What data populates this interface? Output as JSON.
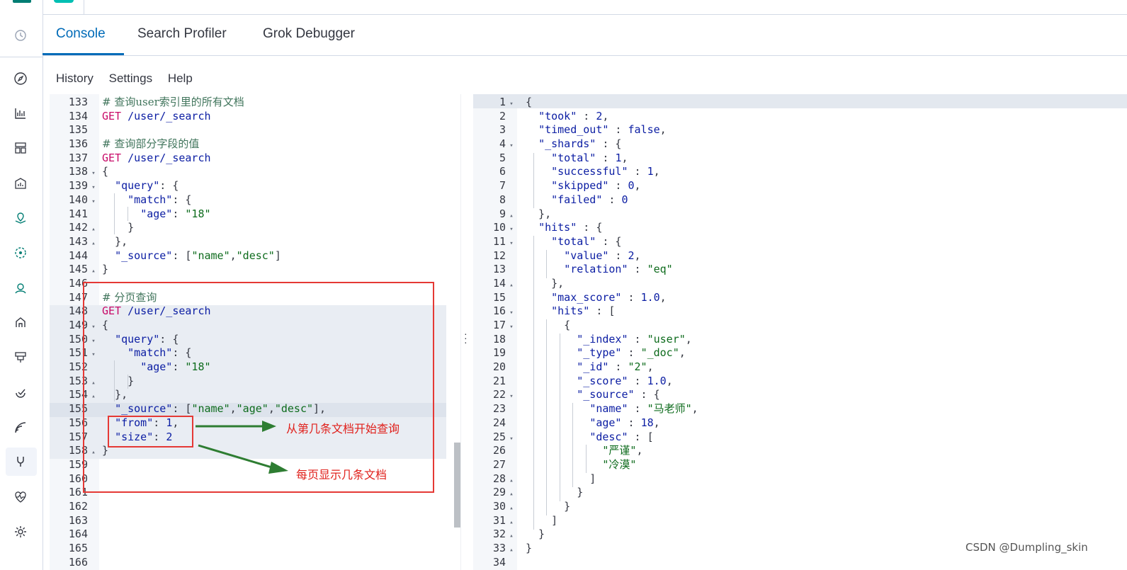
{
  "tabs": [
    {
      "label": "Console",
      "active": true
    },
    {
      "label": "Search Profiler",
      "active": false
    },
    {
      "label": "Grok Debugger",
      "active": false
    }
  ],
  "menu": [
    "History",
    "Settings",
    "Help"
  ],
  "nav_icons": [
    "clock-icon",
    "compass-icon",
    "visualize-icon",
    "dashboard-icon",
    "canvas-icon",
    "maps-icon",
    "ml-icon",
    "graph-icon",
    "apm-icon",
    "uptime-icon",
    "siem-icon",
    "observability-icon",
    "dev-tools-icon",
    "stack-monitoring-icon",
    "management-icon"
  ],
  "editor": {
    "lines": [
      {
        "n": "133",
        "f": "",
        "t": "# 查询user索引里的所有文档"
      },
      {
        "n": "134",
        "f": "",
        "t": "GET /user/_search"
      },
      {
        "n": "135",
        "f": "",
        "t": ""
      },
      {
        "n": "136",
        "f": "",
        "t": "# 查询部分字段的值"
      },
      {
        "n": "137",
        "f": "",
        "t": "GET /user/_search"
      },
      {
        "n": "138",
        "f": "▾",
        "t": "{"
      },
      {
        "n": "139",
        "f": "▾",
        "t": "  \"query\": {"
      },
      {
        "n": "140",
        "f": "▾",
        "t": "    \"match\": {"
      },
      {
        "n": "141",
        "f": "",
        "t": "      \"age\": \"18\""
      },
      {
        "n": "142",
        "f": "▴",
        "t": "    }"
      },
      {
        "n": "143",
        "f": "▴",
        "t": "  },"
      },
      {
        "n": "144",
        "f": "",
        "t": "  \"_source\": [\"name\",\"desc\"]"
      },
      {
        "n": "145",
        "f": "▴",
        "t": "}"
      },
      {
        "n": "146",
        "f": "",
        "t": ""
      },
      {
        "n": "147",
        "f": "",
        "t": "# 分页查询"
      },
      {
        "n": "148",
        "f": "",
        "t": "GET /user/_search"
      },
      {
        "n": "149",
        "f": "▾",
        "t": "{"
      },
      {
        "n": "150",
        "f": "▾",
        "t": "  \"query\": {"
      },
      {
        "n": "151",
        "f": "▾",
        "t": "    \"match\": {"
      },
      {
        "n": "152",
        "f": "",
        "t": "      \"age\": \"18\""
      },
      {
        "n": "153",
        "f": "▴",
        "t": "    }"
      },
      {
        "n": "154",
        "f": "▴",
        "t": "  },"
      },
      {
        "n": "155",
        "f": "",
        "t": "  \"_source\": [\"name\",\"age\",\"desc\"],"
      },
      {
        "n": "156",
        "f": "",
        "t": "  \"from\": 1,"
      },
      {
        "n": "157",
        "f": "",
        "t": "  \"size\": 2"
      },
      {
        "n": "158",
        "f": "▴",
        "t": "}"
      },
      {
        "n": "159",
        "f": "",
        "t": ""
      },
      {
        "n": "160",
        "f": "",
        "t": ""
      },
      {
        "n": "161",
        "f": "",
        "t": ""
      },
      {
        "n": "162",
        "f": "",
        "t": ""
      },
      {
        "n": "163",
        "f": "",
        "t": ""
      },
      {
        "n": "164",
        "f": "",
        "t": ""
      },
      {
        "n": "165",
        "f": "",
        "t": ""
      },
      {
        "n": "166",
        "f": "",
        "t": ""
      }
    ]
  },
  "output": {
    "lines": [
      {
        "n": "1",
        "f": "▾",
        "t": "{"
      },
      {
        "n": "2",
        "f": "",
        "t": "  \"took\" : 2,"
      },
      {
        "n": "3",
        "f": "",
        "t": "  \"timed_out\" : false,"
      },
      {
        "n": "4",
        "f": "▾",
        "t": "  \"_shards\" : {"
      },
      {
        "n": "5",
        "f": "",
        "t": "    \"total\" : 1,"
      },
      {
        "n": "6",
        "f": "",
        "t": "    \"successful\" : 1,"
      },
      {
        "n": "7",
        "f": "",
        "t": "    \"skipped\" : 0,"
      },
      {
        "n": "8",
        "f": "",
        "t": "    \"failed\" : 0"
      },
      {
        "n": "9",
        "f": "▴",
        "t": "  },"
      },
      {
        "n": "10",
        "f": "▾",
        "t": "  \"hits\" : {"
      },
      {
        "n": "11",
        "f": "▾",
        "t": "    \"total\" : {"
      },
      {
        "n": "12",
        "f": "",
        "t": "      \"value\" : 2,"
      },
      {
        "n": "13",
        "f": "",
        "t": "      \"relation\" : \"eq\""
      },
      {
        "n": "14",
        "f": "▴",
        "t": "    },"
      },
      {
        "n": "15",
        "f": "",
        "t": "    \"max_score\" : 1.0,"
      },
      {
        "n": "16",
        "f": "▾",
        "t": "    \"hits\" : ["
      },
      {
        "n": "17",
        "f": "▾",
        "t": "      {"
      },
      {
        "n": "18",
        "f": "",
        "t": "        \"_index\" : \"user\","
      },
      {
        "n": "19",
        "f": "",
        "t": "        \"_type\" : \"_doc\","
      },
      {
        "n": "20",
        "f": "",
        "t": "        \"_id\" : \"2\","
      },
      {
        "n": "21",
        "f": "",
        "t": "        \"_score\" : 1.0,"
      },
      {
        "n": "22",
        "f": "▾",
        "t": "        \"_source\" : {"
      },
      {
        "n": "23",
        "f": "",
        "t": "          \"name\" : \"马老师\","
      },
      {
        "n": "24",
        "f": "",
        "t": "          \"age\" : 18,"
      },
      {
        "n": "25",
        "f": "▾",
        "t": "          \"desc\" : ["
      },
      {
        "n": "26",
        "f": "",
        "t": "            \"严谨\","
      },
      {
        "n": "27",
        "f": "",
        "t": "            \"冷漠\""
      },
      {
        "n": "28",
        "f": "▴",
        "t": "          ]"
      },
      {
        "n": "29",
        "f": "▴",
        "t": "        }"
      },
      {
        "n": "30",
        "f": "▴",
        "t": "      }"
      },
      {
        "n": "31",
        "f": "▴",
        "t": "    ]"
      },
      {
        "n": "32",
        "f": "▴",
        "t": "  }"
      },
      {
        "n": "33",
        "f": "▴",
        "t": "}"
      },
      {
        "n": "34",
        "f": "",
        "t": ""
      }
    ]
  },
  "annotations": {
    "from_note": "从第几条文档开始查询",
    "size_note": "每页显示几条文档"
  },
  "watermark": "CSDN @Dumpling_skin"
}
